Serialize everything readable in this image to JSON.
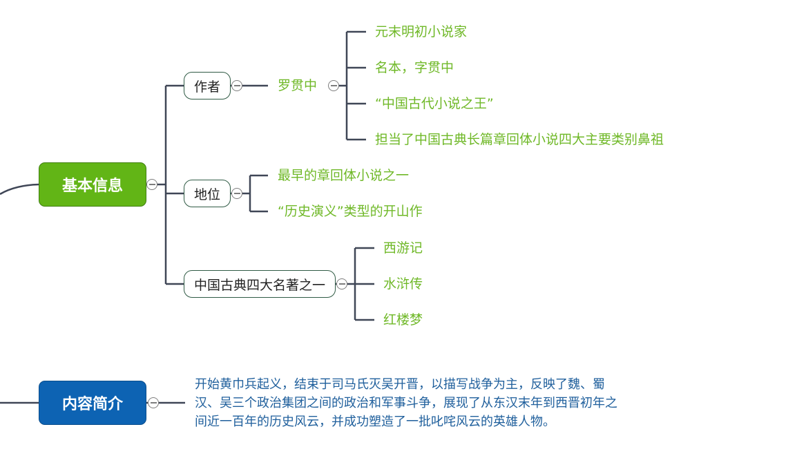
{
  "colors": {
    "connector": "#3f4656",
    "basic_info_fill": "#62b516",
    "summary_fill": "#0d63b3",
    "leaf_text": "#6fb827",
    "summary_text": "#1f5f9c"
  },
  "topics": {
    "basic_info": {
      "label": "基本信息",
      "author": {
        "label": "作者",
        "name": {
          "label": "罗贯中",
          "details": [
            "元末明初小说家",
            "名本，字贯中",
            "“中国古代小说之王”",
            "担当了中国古典长篇章回体小说四大主要类别鼻祖"
          ]
        }
      },
      "status": {
        "label": "地位",
        "details": [
          "最早的章回体小说之一",
          "“历史演义”类型的开山作"
        ]
      },
      "four_classics": {
        "label": "中国古典四大名著之一",
        "works": [
          "西游记",
          "水浒传",
          "红楼梦"
        ]
      }
    },
    "summary": {
      "label": "内容简介",
      "text": "开始黄巾兵起义，结束于司马氏灭吴开晋，以描写战争为主，反映了魏、蜀汉、吴三个政治集团之间的政治和军事斗争，展现了从东汉末年到西晋初年之间近一百年的历史风云，并成功塑造了一批叱咤风云的英雄人物。"
    }
  },
  "icons": {
    "collapse": "collapse-minus-icon"
  }
}
